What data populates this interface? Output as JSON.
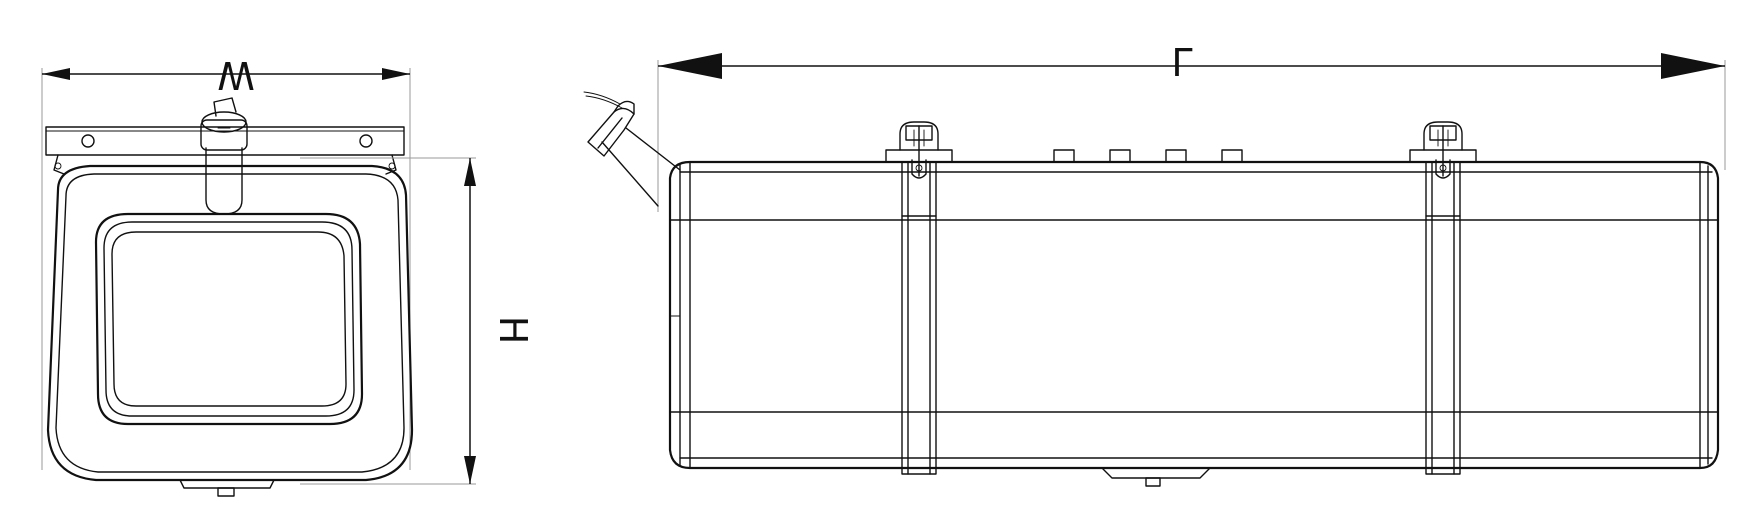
{
  "dimensions": {
    "width_label": "W",
    "height_label": "H",
    "length_label": "L"
  },
  "colors": {
    "line": "#111111",
    "extension_line": "#9a9a9a",
    "background": "#ffffff"
  }
}
